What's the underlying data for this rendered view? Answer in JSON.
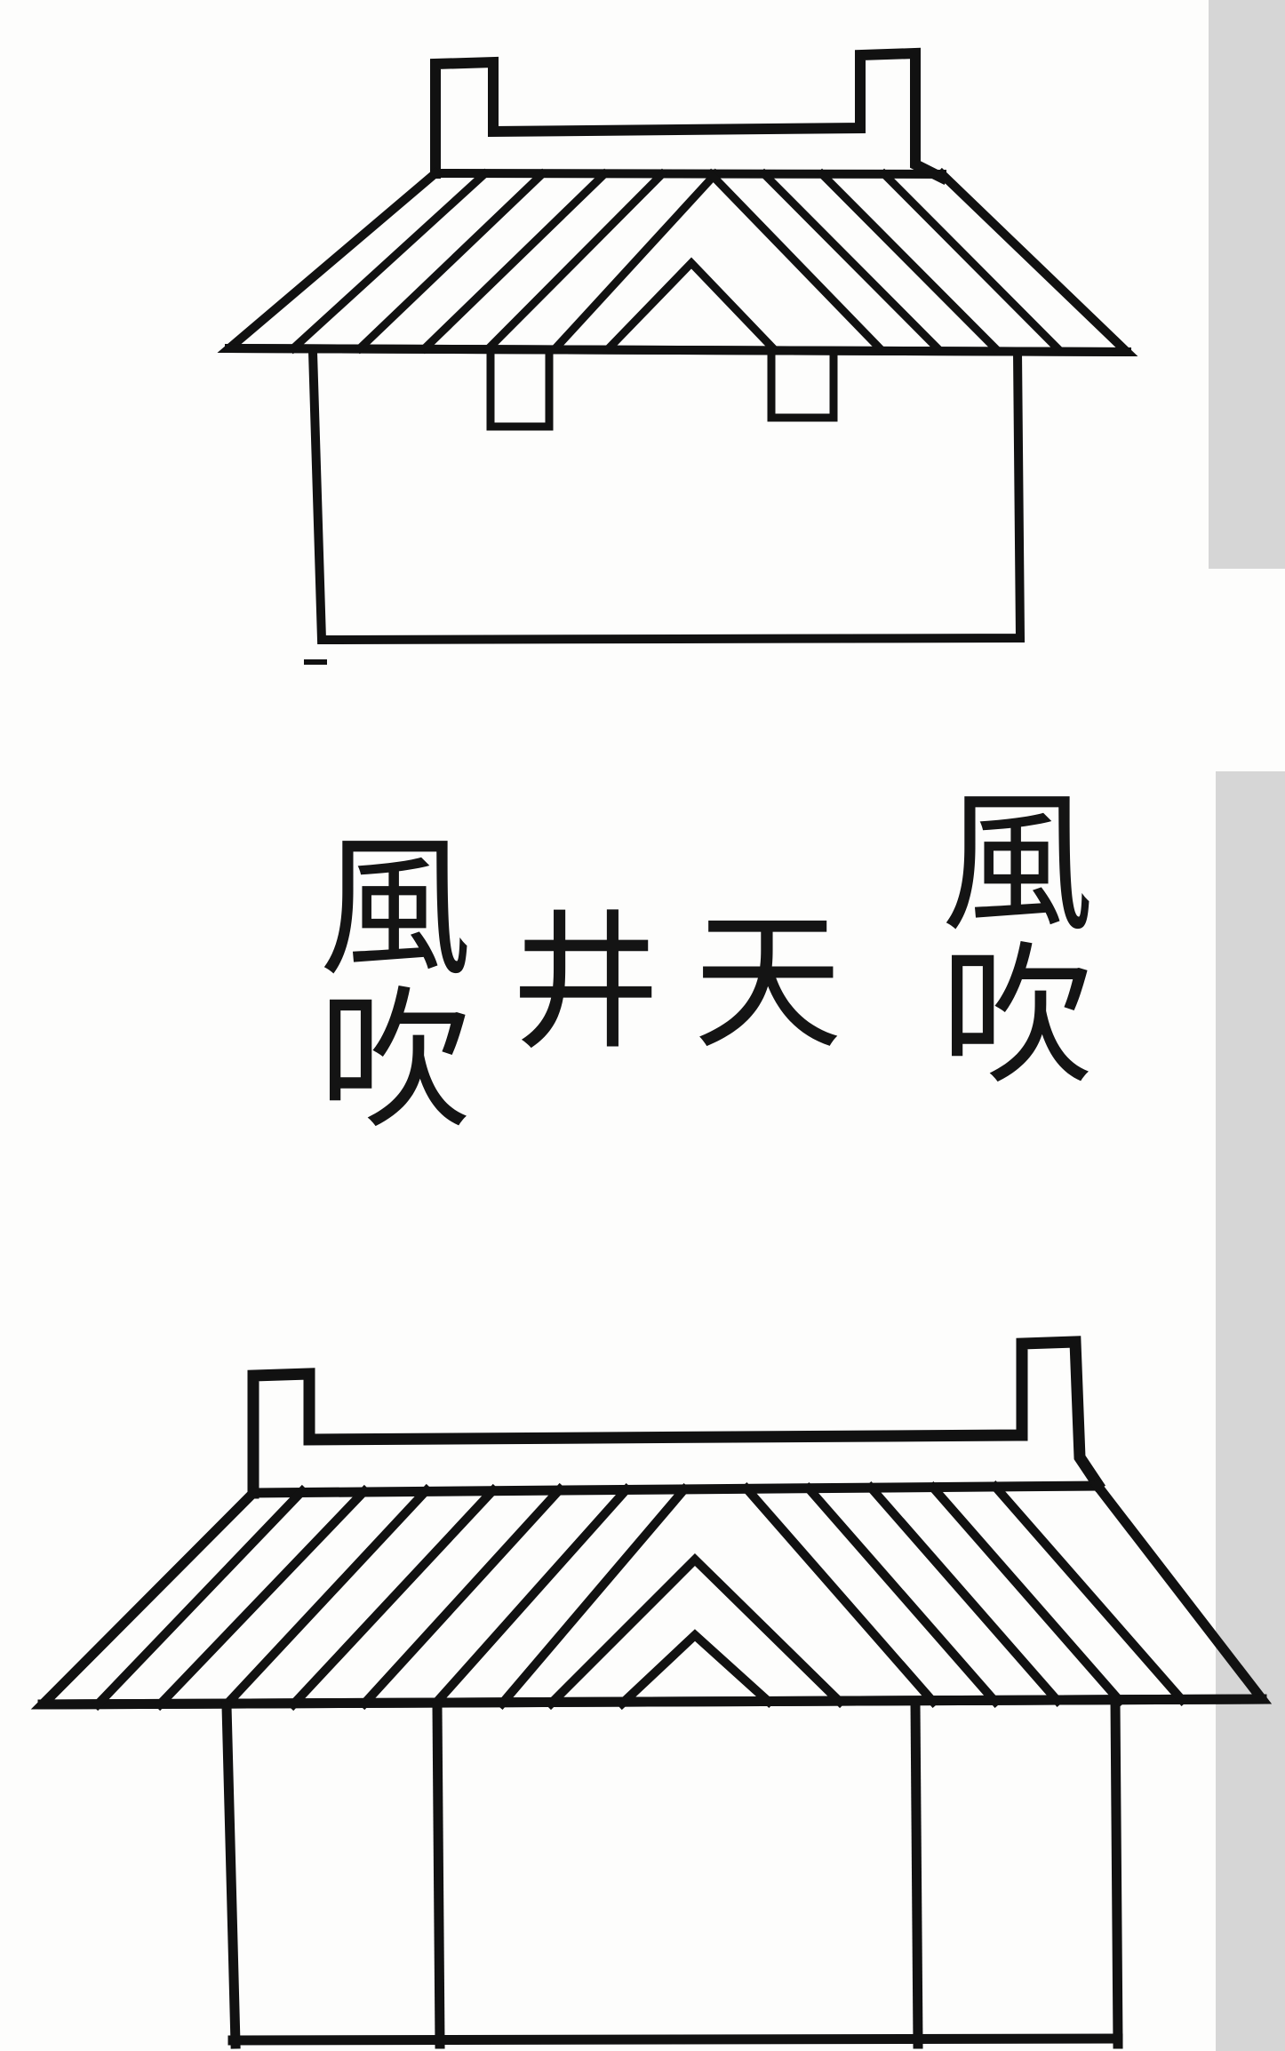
{
  "caption": {
    "col_1": "風吹",
    "col_2": "天",
    "col_3": "井",
    "col_4": "風吹"
  },
  "colors": {
    "ink": "#111111",
    "paper": "#fdfdfc",
    "margin_strip": "#d6d6d6"
  }
}
